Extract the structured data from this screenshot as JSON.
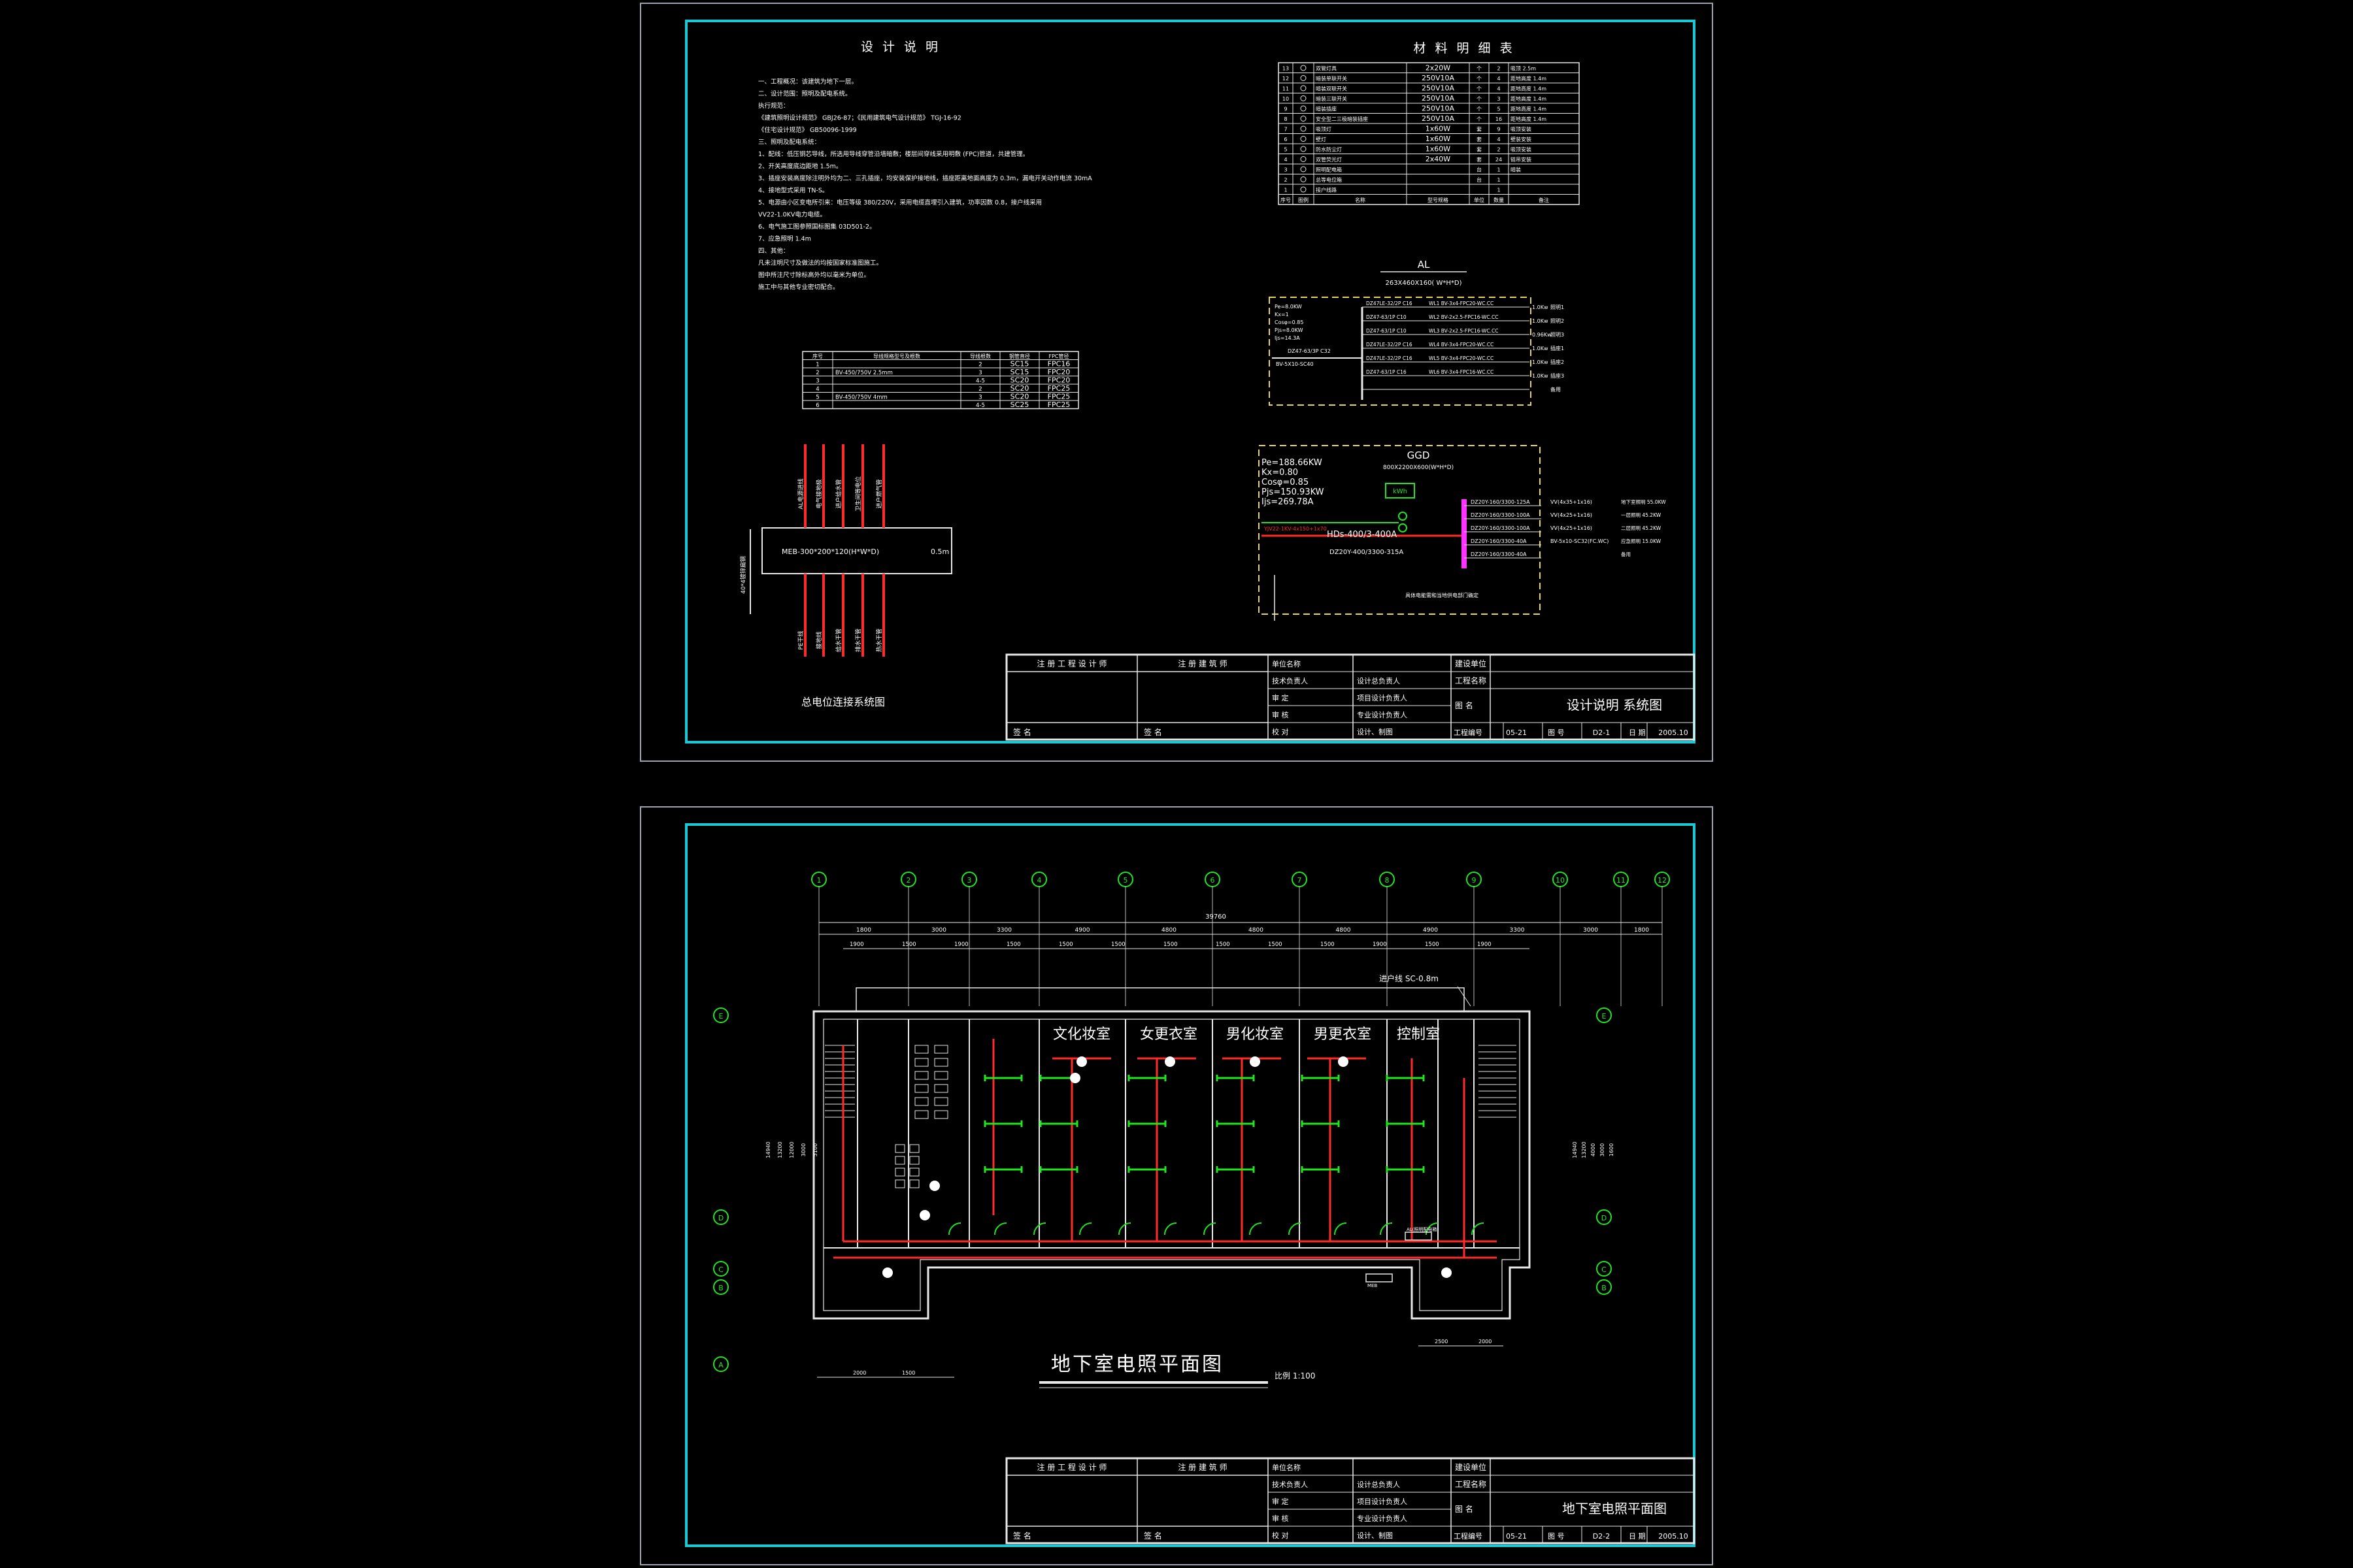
{
  "colors": {
    "background": "#000000",
    "border": "#19c9d6",
    "frame": "#9aa4ad",
    "wire_power": "#ff2a2a",
    "wire_light": "#20e620",
    "busbar": "#ff33ff",
    "text": "#ffffff"
  },
  "sheet1": {
    "design_notes": {
      "title": "设 计 说 明",
      "lines": [
        "一、工程概况：该建筑为地下一层。",
        "二、设计范围：照明及配电系统。",
        "  执行规范：",
        "  《建筑照明设计规范》   GBJ26-87；《民用建筑电气设计规范》   TGJ-16-92",
        "  《住宅设计规范》   GB50096-1999",
        "三、照明及配电系统：",
        "  1、配线：低压铜芯导线，所选用导线穿管沿墙暗敷；楼层间穿线采用明敷   (FPC)管道，共建管理。",
        "  2、开关高度底边距地   1.5m。",
        "  3、插座安装高度除注明外均为二、三孔插座，均安装保护接地线，插座距离地面高度为   0.3m，漏电开关动作电流   30mA",
        "  4、接地型式采用   TN-S。",
        "  5、电源由小区变电所引来：电压等级   380/220V，采用电缆直埋引入建筑，功率因数   0.8，接户线采用",
        "  VV22-1.0KV电力电缆。",
        "  6、电气施工图参照国标图集   03D501-2。",
        "  7、应急照明   1.4m",
        "四、其他：",
        "  凡未注明尺寸及做法的均按国家标准图施工。",
        "  图中所注尺寸除标高外均以毫米为单位。",
        "  施工中与其他专业密切配合。"
      ]
    },
    "conduit_table": {
      "headers": [
        "序号",
        "导线规格型号及根数",
        "导线根数",
        "钢管直径",
        "FPC管径"
      ],
      "rows": [
        [
          "1",
          "",
          "2",
          "SC15",
          "FPC16"
        ],
        [
          "2",
          "BV-450/750V 2.5mm",
          "3",
          "SC15",
          "FPC20"
        ],
        [
          "3",
          "",
          "4-5",
          "SC20",
          "FPC20"
        ],
        [
          "4",
          "",
          "2",
          "SC20",
          "FPC25"
        ],
        [
          "5",
          "BV-450/750V 4mm",
          "3",
          "SC20",
          "FPC25"
        ],
        [
          "6",
          "",
          "4-5",
          "SC25",
          "FPC25"
        ]
      ]
    },
    "meb": {
      "box_label": "MEB-300*200*120(H*W*D)",
      "height_note": "0.5m",
      "caption": "总电位连接系统图",
      "top_labels": [
        "AL电源进线",
        "电气接地极",
        "进户给水管",
        "卫生间等电位",
        "进户燃气管"
      ],
      "bottom_labels": [
        "PE干线",
        "接地线",
        "给水干管",
        "排水干管",
        "热水干管"
      ],
      "side_label": "40*4镀锌扁钢"
    },
    "materials": {
      "title": "材 料 明 细 表",
      "headers": [
        "序号",
        "图例",
        "名称",
        "型号规格",
        "单位",
        "数量",
        "备注"
      ],
      "rows": [
        [
          "13",
          "",
          "双管灯具",
          "2x20W",
          "个",
          "2",
          "吸顶 2.5m"
        ],
        [
          "12",
          "",
          "暗装单联开关",
          "250V10A",
          "个",
          "4",
          "距地高度 1.4m"
        ],
        [
          "11",
          "",
          "暗装双联开关",
          "250V10A",
          "个",
          "4",
          "距地高度 1.4m"
        ],
        [
          "10",
          "",
          "暗装三联开关",
          "250V10A",
          "个",
          "3",
          "距地高度 1.4m"
        ],
        [
          "9",
          "",
          "暗装插座",
          "250V10A",
          "个",
          "5",
          "距地高度 1.4m"
        ],
        [
          "8",
          "",
          "安全型二三极暗装插座",
          "250V10A",
          "个",
          "16",
          "距地高度 1.4m"
        ],
        [
          "7",
          "",
          "吸顶灯",
          "1x60W",
          "套",
          "9",
          "吸顶安装"
        ],
        [
          "6",
          "",
          "壁灯",
          "1x60W",
          "套",
          "4",
          "壁装安装"
        ],
        [
          "5",
          "",
          "防水防尘灯",
          "1x60W",
          "套",
          "2",
          "吸顶安装"
        ],
        [
          "4",
          "",
          "双管荧光灯",
          "2x40W",
          "套",
          "24",
          "链吊安装"
        ],
        [
          "3",
          "",
          "照明配电箱",
          "",
          "台",
          "1",
          "暗装"
        ],
        [
          "2",
          "",
          "总等电位箱",
          "",
          "台",
          "1",
          ""
        ],
        [
          "1",
          "",
          "接户线路",
          "",
          "",
          "1",
          ""
        ]
      ]
    },
    "panel_al": {
      "name": "AL",
      "dims": "263X460X160( W*H*D)",
      "params": [
        "Pe=8.0KW",
        "Kx=1",
        "Cosφ=0.85",
        "Pjs=8.0KW",
        "Ijs=14.3A"
      ],
      "incoming_breaker": "DZ47-63/3P C32",
      "incoming_cable": "BV-5X10-SC40",
      "circuits": [
        {
          "breaker": "DZ47LE-32/2P C16",
          "cable": "WL1 BV-3x4-FPC20-WC.CC",
          "load": "1.0Kw",
          "note": "照明1"
        },
        {
          "breaker": "DZ47-63/1P C10",
          "cable": "WL2 BV-2x2.5-FPC16-WC.CC",
          "load": "1.0Kw",
          "note": "照明2"
        },
        {
          "breaker": "DZ47-63/1P C10",
          "cable": "WL3 BV-2x2.5-FPC16-WC.CC",
          "load": "0.96Kw",
          "note": "照明3"
        },
        {
          "breaker": "DZ47LE-32/2P C16",
          "cable": "WL4 BV-3x4-FPC20-WC.CC",
          "load": "1.0Kw",
          "note": "插座1"
        },
        {
          "breaker": "DZ47LE-32/2P C16",
          "cable": "WL5 BV-3x4-FPC20-WC.CC",
          "load": "1.0Kw",
          "note": "插座2"
        },
        {
          "breaker": "DZ47-63/1P C16",
          "cable": "WL6 BV-3x4-FPC16-WC.CC",
          "load": "1.0Kw",
          "note": "插座3"
        },
        {
          "breaker": "",
          "cable": "",
          "load": "",
          "note": "备用"
        }
      ]
    },
    "panel_ggd": {
      "name": "GGD",
      "dims": "800X2200X600(W*H*D)",
      "params": [
        "Pe=188.66KW",
        "Kx=0.80",
        "Cosφ=0.85",
        "Pjs=150.93KW",
        "Ijs=269.78A"
      ],
      "incoming_label": "YJV22-1KV-4x150+1x70",
      "main_switch": "HDs-400/3-400A",
      "breaker": "DZ20Y-400/3300-315A",
      "meter": "kWh",
      "outgoing": [
        {
          "breaker": "DZ20Y-160/3300-125A",
          "cable": "VV(4x35+1x16)",
          "note": "地下室照明 55.0KW"
        },
        {
          "breaker": "DZ20Y-160/3300-100A",
          "cable": "VV(4x25+1x16)",
          "note": "一层照明 45.2KW"
        },
        {
          "breaker": "DZ20Y-160/3300-100A",
          "cable": "VV(4x25+1x16)",
          "note": "二层照明 45.2KW"
        },
        {
          "breaker": "DZ20Y-160/3300-40A",
          "cable": "BV-5x10-SC32(FC.WC)",
          "note": "应急照明 15.0KW"
        },
        {
          "breaker": "DZ20Y-160/3300-40A",
          "cable": "",
          "note": "备用"
        }
      ],
      "footer_note": "具体电能需和当地供电部门确定"
    },
    "title_block": {
      "reg_engineer": "注 册 工 程 设 计 师",
      "reg_architect": "注 册 建 筑 师",
      "row_labels": [
        "单位名称",
        "技术负责人",
        "审    定",
        "审    核",
        "校    对"
      ],
      "row_labels2": [
        "",
        "设计总负责人",
        "项目设计负责人",
        "专业设计负责人",
        "设计、制图"
      ],
      "sign": "签 名",
      "client": "建设单位",
      "project": "工程名称",
      "drawing_name_label": "图   名",
      "drawing_name": "设计说明 系统图",
      "project_no_label": "工程编号",
      "project_no": "05-21",
      "sheet_no_label": "图   号",
      "sheet_no": "D2-1",
      "date_label": "日   期",
      "date": "2005.10"
    }
  },
  "sheet2": {
    "plan_title": "地下室电照平面图",
    "scale": "比例   1:100",
    "total_dim": "39760",
    "top_dims": [
      "1800",
      "3000",
      "3300",
      "4900",
      "4800",
      "4800",
      "4800",
      "4900",
      "3300",
      "3000",
      "1800"
    ],
    "sub_dims": [
      "1900",
      "1500",
      "1900",
      "1500",
      "1500",
      "1500",
      "1500",
      "1500",
      "1500",
      "1500",
      "1900",
      "1500",
      "1900"
    ],
    "axes_top": [
      "1",
      "2",
      "3",
      "4",
      "5",
      "6",
      "7",
      "8",
      "9",
      "10",
      "11",
      "12"
    ],
    "axes_left": [
      "E",
      "D",
      "C",
      "B",
      "A"
    ],
    "rooms": [
      "文化妆室",
      "女更衣室",
      "男化妆室",
      "男更衣室",
      "控制室"
    ],
    "feeder_note": "进户线  SC-0.8m",
    "panel_labels": [
      "AL(照明配电箱)",
      "MEB"
    ],
    "side_dims_left": [
      "14940",
      "13200",
      "12000",
      "3000",
      "5100"
    ],
    "side_dims_right": [
      "14940",
      "13200",
      "4000",
      "3000",
      "1600"
    ],
    "bottom_dims": [
      "2000",
      "1500",
      "2500",
      "2000"
    ],
    "title_block": {
      "reg_engineer": "注 册 工 程 设 计 师",
      "reg_architect": "注 册 建 筑 师",
      "row_labels": [
        "单位名称",
        "技术负责人",
        "审    定",
        "审    核",
        "校    对"
      ],
      "row_labels2": [
        "",
        "设计总负责人",
        "项目设计负责人",
        "专业设计负责人",
        "设计、制图"
      ],
      "sign": "签 名",
      "client": "建设单位",
      "project": "工程名称",
      "drawing_name_label": "图   名",
      "drawing_name": "地下室电照平面图",
      "project_no_label": "工程编号",
      "project_no": "05-21",
      "sheet_no_label": "图   号",
      "sheet_no": "D2-2",
      "date_label": "日   期",
      "date": "2005.10"
    }
  }
}
